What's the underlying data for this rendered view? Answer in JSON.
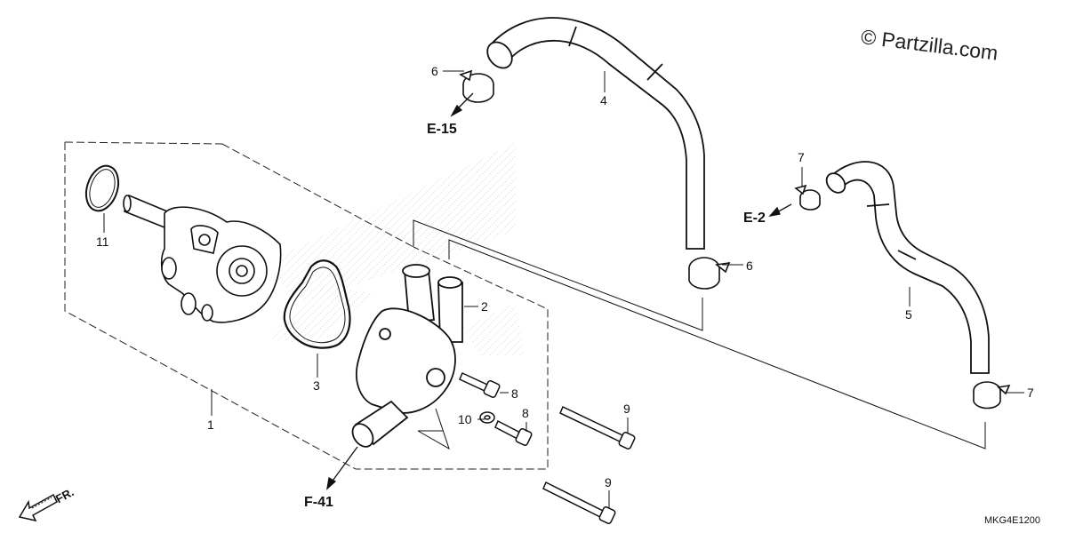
{
  "watermark": "© Partzilla.com",
  "diagram_code": "MKG4E1200",
  "direction_label": "FR.",
  "refs": {
    "e15": "E-15",
    "e2": "E-2",
    "f41": "F-41"
  },
  "callouts": {
    "c1": "1",
    "c2": "2",
    "c3": "3",
    "c4": "4",
    "c5": "5",
    "c6a": "6",
    "c6b": "6",
    "c7a": "7",
    "c7b": "7",
    "c8a": "8",
    "c8b": "8",
    "c9a": "9",
    "c9b": "9",
    "c10": "10",
    "c11": "11"
  }
}
